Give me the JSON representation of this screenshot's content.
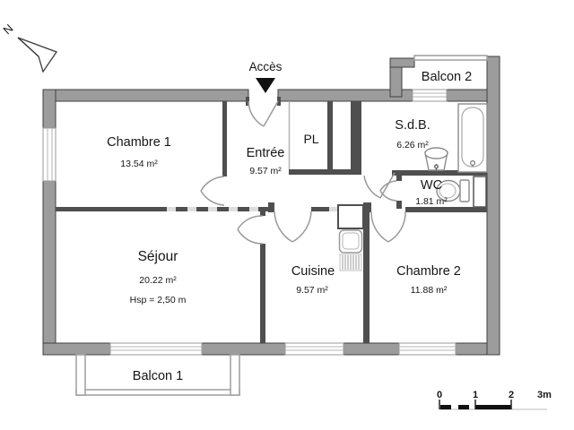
{
  "plan_title": "apartment-floor-plan",
  "north_indicator": {
    "label": "N"
  },
  "access": {
    "label": "Accès"
  },
  "rooms": {
    "chambre1": {
      "name": "Chambre 1",
      "area": "13.54 m²"
    },
    "entree": {
      "name": "Entrée",
      "area": "9.57 m²"
    },
    "pl": {
      "name": "PL"
    },
    "sdb": {
      "name": "S.d.B.",
      "area": "6.26 m²"
    },
    "wc": {
      "name": "WC",
      "area": "1.81 m²"
    },
    "sejour": {
      "name": "Séjour",
      "area": "20.22 m²",
      "ceiling_height": "Hsp = 2,50 m"
    },
    "cuisine": {
      "name": "Cuisine",
      "area": "9.57 m²"
    },
    "chambre2": {
      "name": "Chambre 2",
      "area": "11.88 m²"
    },
    "balcon1": {
      "name": "Balcon 1"
    },
    "balcon2": {
      "name": "Balcon 2"
    }
  },
  "scale_bar": {
    "ticks": [
      "0",
      "1",
      "2",
      "3m"
    ]
  },
  "colors": {
    "wall_fill": "#9c9c9c",
    "wall_outline": "#3f3f3f",
    "partition": "#4f4f4f",
    "door_arc": "#9a9a9a",
    "fixture_line": "#8c8c8c",
    "text": "#161616"
  }
}
